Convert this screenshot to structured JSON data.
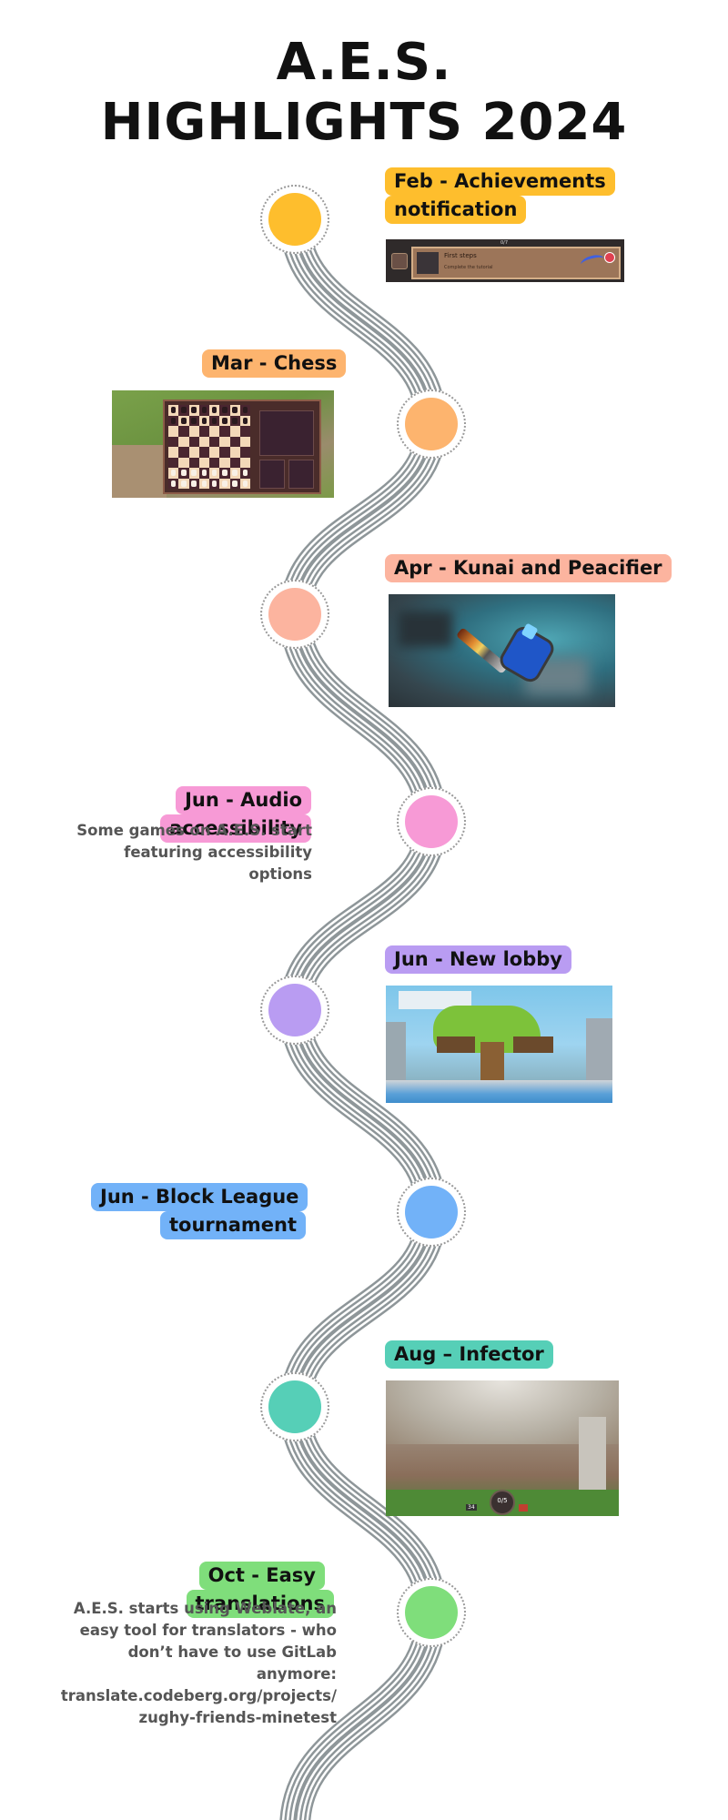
{
  "title": {
    "line1": "A.E.S.",
    "line2": "HIGHLIGHTS 2024"
  },
  "colors": {
    "yellow": "#FEBE2D",
    "orange": "#FDB46E",
    "salmon": "#FCB49F",
    "pink": "#F79AD6",
    "purple": "#B99CF2",
    "blue": "#72B2F8",
    "teal": "#56CFB7",
    "green": "#7FDE7B",
    "road": "#8E9699",
    "description_text": "#555555"
  },
  "events": [
    {
      "label": "Feb - Achievements notification",
      "color": "yellow",
      "screenshot": {
        "alt": "achievement-toast",
        "texts": {
          "counter": "0/7",
          "achievement_title": "First steps",
          "achievement_sub": "Complete the tutorial"
        }
      }
    },
    {
      "label": "Mar - Chess",
      "color": "orange",
      "screenshot": {
        "alt": "chess-board"
      }
    },
    {
      "label": "Apr - Kunai and Peacifier",
      "color": "salmon",
      "screenshot": {
        "alt": "kunai-peacifier-items"
      }
    },
    {
      "label": "Jun - Audio accessibility",
      "color": "pink",
      "description": "Some games on A.E.S. start featuring accessibility options"
    },
    {
      "label": "Jun - New lobby",
      "color": "purple",
      "screenshot": {
        "alt": "new-lobby"
      }
    },
    {
      "label": "Jun - Block League tournament",
      "color": "blue"
    },
    {
      "label": "Aug –  Infector",
      "color": "teal",
      "screenshot": {
        "alt": "infector-game",
        "texts": {
          "hud_counter": "0/5",
          "hud_left": "34"
        }
      }
    },
    {
      "label": "Oct - Easy translations",
      "color": "green",
      "description": "A.E.S. starts using Weblate, an easy tool for translators - who don’t have to use GitLab anymore: translate.codeberg.org/projects/ zughy-friends-minetest"
    }
  ]
}
